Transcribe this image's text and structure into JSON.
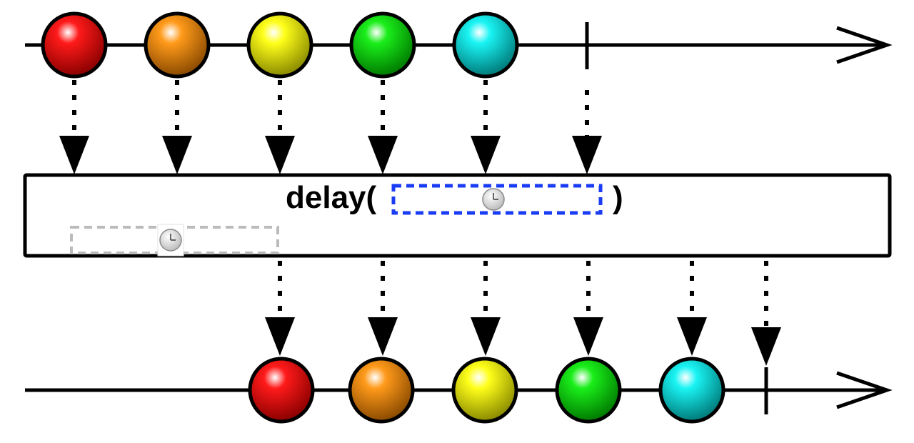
{
  "operator": {
    "name": "delay(",
    "close": ")",
    "param_icon": "clock-icon",
    "param_border_color": "#1a3cf5",
    "shadow_icon": "clock-icon",
    "shadow_border_color": "#bbbbbb"
  },
  "marbles": [
    {
      "name": "red",
      "color": "#ff1a1a"
    },
    {
      "name": "orange",
      "color": "#ff9a1a"
    },
    {
      "name": "yellow",
      "color": "#ffff1a"
    },
    {
      "name": "green",
      "color": "#1aee1a"
    },
    {
      "name": "cyan",
      "color": "#1af4f4"
    }
  ],
  "source_timeline": {
    "emissions": [
      0,
      1,
      2,
      3,
      4
    ],
    "completes": true
  },
  "result_timeline": {
    "emissions": [
      0,
      1,
      2,
      3,
      4
    ],
    "completes": true
  }
}
